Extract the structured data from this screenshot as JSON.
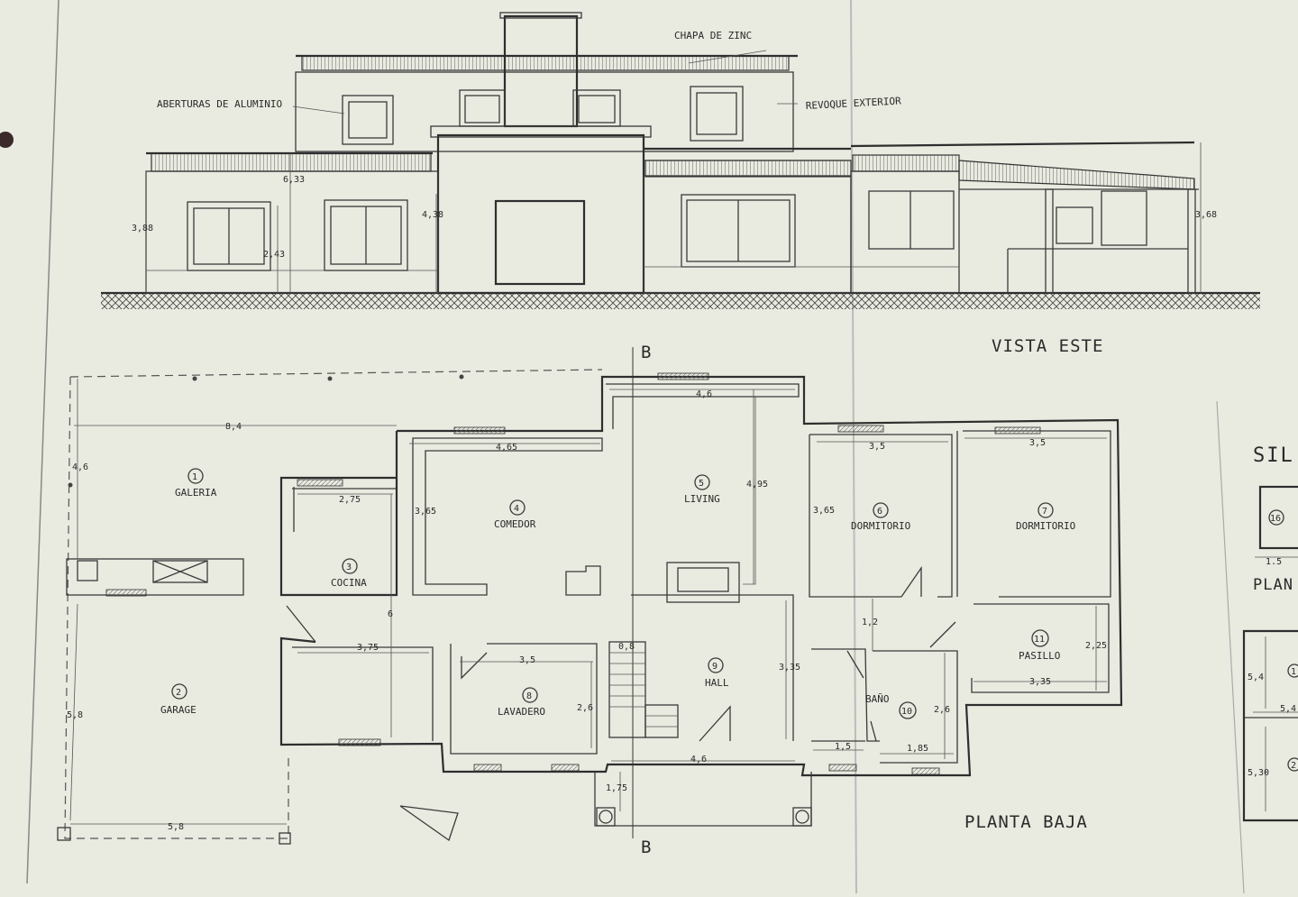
{
  "elevation": {
    "title": "VISTA ESTE",
    "notes": {
      "zinc": "CHAPA DE ZINC",
      "aluminio": "ABERTURAS DE ALUMINIO",
      "revoque": "REVOQUE EXTERIOR"
    },
    "dims": {
      "h_left": "3,88",
      "h_upper": "6,33",
      "h_window": "2,43",
      "h_center": "4,38",
      "h_right": "3,68"
    }
  },
  "plan": {
    "title": "PLANTA BAJA",
    "section_mark": "B",
    "rooms": [
      {
        "num": "1",
        "name": "GALERIA"
      },
      {
        "num": "2",
        "name": "GARAGE"
      },
      {
        "num": "3",
        "name": "COCINA"
      },
      {
        "num": "4",
        "name": "COMEDOR"
      },
      {
        "num": "5",
        "name": "LIVING"
      },
      {
        "num": "6",
        "name": "DORMITORIO"
      },
      {
        "num": "7",
        "name": "DORMITORIO"
      },
      {
        "num": "8",
        "name": "LAVADERO"
      },
      {
        "num": "9",
        "name": "HALL"
      },
      {
        "num": "10",
        "name": "BAÑO"
      },
      {
        "num": "11",
        "name": "PASILLO"
      }
    ],
    "dims": {
      "d_8_4": "8,4",
      "d_4_6_left": "4,6",
      "d_5_8_left": "5,8",
      "d_5_8_bottom": "5,8",
      "d_2_75": "2,75",
      "d_6": "6",
      "d_3_75": "3,75",
      "d_4_65": "4,65",
      "d_3_65_a": "3,65",
      "d_4_6_top": "4,6",
      "d_4_95": "4,95",
      "d_3_5_a": "3,5",
      "d_3_65_b": "3,65",
      "d_3_5_b": "3,5",
      "d_3_5_c": "3,5",
      "d_2_6_a": "2,6",
      "d_0_8": "0,8",
      "d_3_35_a": "3,35",
      "d_1_2": "1,2",
      "d_2_25": "2,25",
      "d_3_35_b": "3,35",
      "d_2_6_b": "2,6",
      "d_1_5": "1,5",
      "d_1_85": "1,85",
      "d_4_6_bottom": "4,6",
      "d_1_75": "1,75"
    }
  },
  "side_sheet": {
    "title_top": "SIL",
    "title_mid": "PLAN",
    "circle_16": "16",
    "circle_1": "1",
    "circle_2": "2",
    "dims": {
      "d_1_5": "1.5",
      "d_5_4_a": "5,4",
      "d_5_4_b": "5,4",
      "d_5_30": "5,30"
    }
  }
}
